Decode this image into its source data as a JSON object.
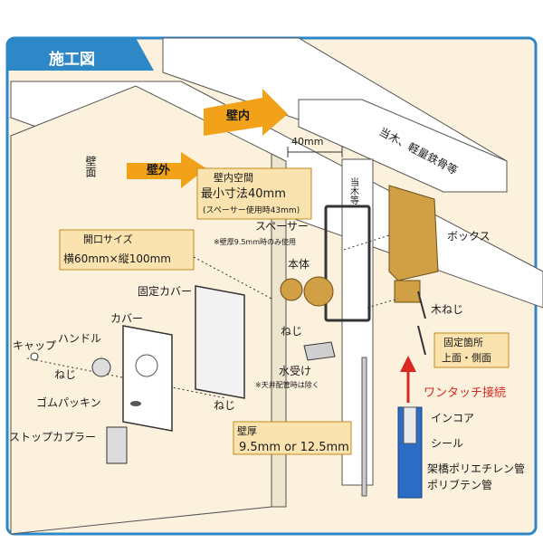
{
  "title": "施工図",
  "labels": {
    "wall_inner": "壁内",
    "wall_outer": "壁外",
    "wall_surface": "壁面",
    "dim_40": "40mm",
    "stud": "当木、軽量鉄骨等",
    "stud_vertical": "当木等",
    "space_line1": "壁内空間",
    "space_line2": "最小寸法40mm",
    "space_line3": "(スペーサー使用時43mm)",
    "spacer": "スペーサー",
    "spacer_note": "※壁厚9.5mm時のみ使用",
    "box": "ボックス",
    "opening_title": "開口サイズ",
    "opening_size": "横60mm×縦100mm",
    "body": "本体",
    "fixing_cover": "固定カバー",
    "cover": "カバー",
    "screw_body": "ねじ",
    "wood_screw": "木ねじ",
    "cap": "キャップ",
    "handle": "ハンドル",
    "screw_handle": "ねじ",
    "fix_points_line1": "固定箇所",
    "fix_points_line2": "上面・側面",
    "drain_tray": "水受け",
    "drain_note": "※天井配管時は除く",
    "rubber_packing": "ゴムパッキン",
    "screw_cover": "ねじ",
    "one_touch": "ワンタッチ接続",
    "wall_thickness_title": "壁厚",
    "wall_thickness_value": "9.5mm or 12.5mm",
    "stop_coupler": "ストップカプラー",
    "incore": "インコア",
    "seal": "シール",
    "pipe1": "架橋ポリエチレン管",
    "pipe2": "ポリブテン管"
  },
  "colors": {
    "header_blue": "#2e88c8",
    "background_beige": "#fcf1dc",
    "arrow_orange": "#f2a218",
    "label_box": "#fbe3b0",
    "brass": "#d1a044",
    "pipe_blue": "#2b6cc4",
    "accent_red": "#d8281f"
  }
}
